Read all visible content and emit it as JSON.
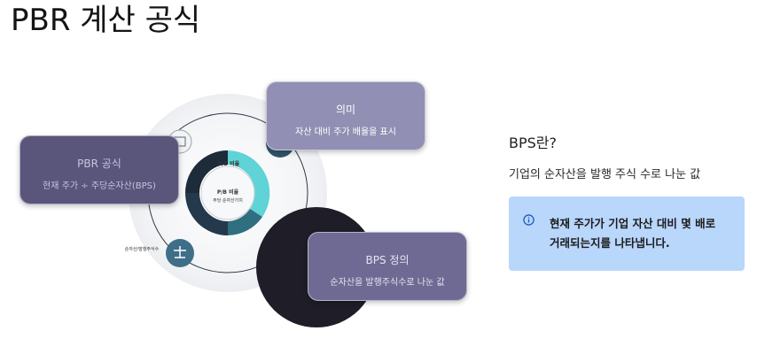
{
  "page": {
    "title": "PBR 계산 공식"
  },
  "diagram": {
    "meaning": {
      "title": "의미",
      "text": "자산 대비 주가 배율을 표시"
    },
    "formula": {
      "title": "PBR 공식",
      "text": "현재 주가 ÷ 주당순자산(BPS)"
    },
    "bps": {
      "title": "BPS 정의",
      "text": "순자산을 발행주식수로 나눈 값"
    },
    "ring_top_label": "P/B 비율",
    "center_title": "P/B 비율",
    "center_sub": "주당 순자산가치",
    "scale_label": "순자산/발행주식수",
    "colors": {
      "teal": "#5fd3d6",
      "navy": "#1d2b3a",
      "dark_circle": "#1e1d28"
    }
  },
  "side": {
    "heading": "BPS란?",
    "description": "기업의 순자산을 발행 주식 수로 나눈 값",
    "info": {
      "icon": "info-icon",
      "text": "현재 주가가 기업 자산 대비 몇 배로 거래되는지를 나타냅니다."
    }
  }
}
